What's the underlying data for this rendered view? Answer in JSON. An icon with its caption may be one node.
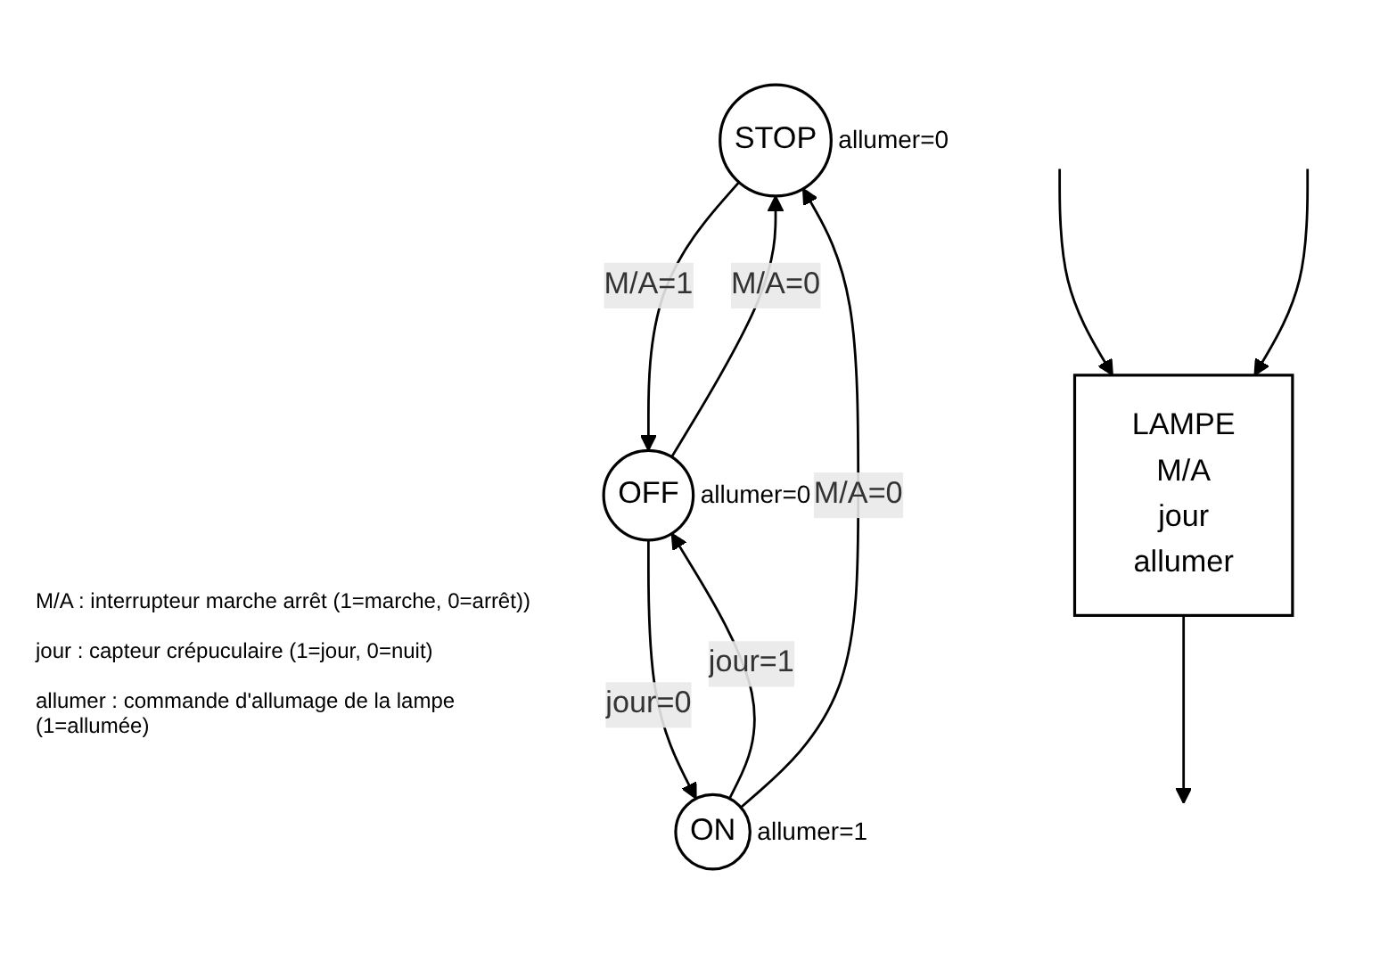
{
  "diagram": {
    "nodes": [
      {
        "text": [
          "LAMPE",
          "M/A",
          "jour",
          "allumer"
        ]
      },
      {
        "text": [
          "STOP"
        ],
        "beside": [
          "allumer=0"
        ]
      },
      {
        "text": [
          "OFF"
        ],
        "beside": [
          "allumer=0"
        ]
      },
      {
        "text": [
          "ON"
        ],
        "beside": [
          "allumer=1"
        ]
      }
    ],
    "edges": [
      {
        "from": null,
        "to": 0,
        "arrow": "to"
      },
      {
        "from": null,
        "to": 0,
        "arrow": "to"
      },
      {
        "from": 0,
        "to": null,
        "arrow": "to"
      },
      {
        "from": 1,
        "to": 2,
        "label": "M/A=1",
        "arrow": "to"
      },
      {
        "from": 2,
        "to": 1,
        "label": "M/A=0",
        "arrow": "to"
      },
      {
        "from": 2,
        "to": 3,
        "label": "jour=0",
        "arrow": "to"
      },
      {
        "from": 3,
        "to": 2,
        "label": "jour=1",
        "arrow": "to"
      },
      {
        "from": 3,
        "to": 1,
        "label": "M/A=0",
        "arrow": "to"
      }
    ],
    "labels": [
      "M/A : interrupteur marche arrêt (1=marche, 0=arrêt))",
      "jour : capteur crépuculaire (1=jour, 0=nuit)",
      "allumer : commande d'allumage de la lampe (1=allumée)"
    ]
  }
}
